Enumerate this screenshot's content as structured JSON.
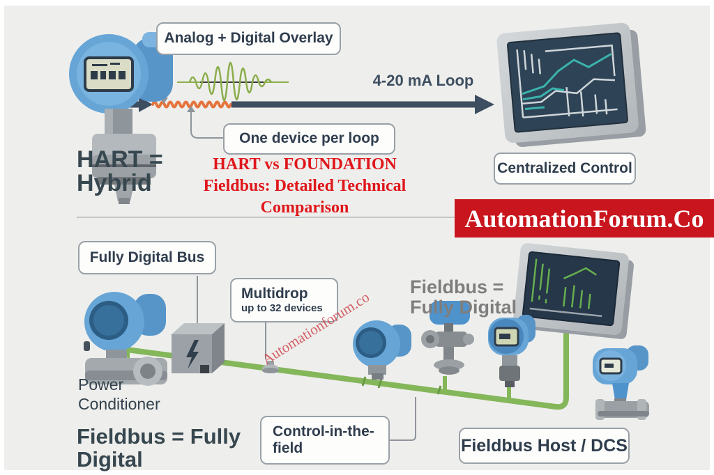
{
  "top": {
    "analog_overlay": "Analog + Digital Overlay",
    "one_device": "One device per loop",
    "loop_label": "4-20 mA Loop",
    "centralized": "Centralized Control",
    "hart1": "HART =",
    "hart2": "Hybrid"
  },
  "title": {
    "line1": "HART vs FOUNDATION",
    "line2": "Fieldbus: Detailed Technical",
    "line3": "Comparison"
  },
  "banner": {
    "text": "AutomationForum.Co"
  },
  "bottom": {
    "bus_label": "Fully Digital Bus",
    "multidrop1": "Multidrop",
    "multidrop2": "up to 32 devices",
    "fieldbus_gray1": "Fieldbus =",
    "fieldbus_gray2": "Fully Digital",
    "power1": "Power",
    "power2": "Conditioner",
    "fieldbus_dark1": "Fieldbus = Fully",
    "fieldbus_dark2": "Digital",
    "control1": "Control-in-the-",
    "control2": "field",
    "host": "Fieldbus Host / DCS",
    "watermark": "Automationforum.co"
  },
  "colors": {
    "background": "#eeeeec",
    "slate_text": "#37474f",
    "box_border": "#99a0a6",
    "title_red": "#e0161b",
    "banner_red": "#c9151d",
    "banner_text": "#ffffff",
    "wire_dark": "#3d4e61",
    "wire_orange": "#e4743c",
    "wave_green": "#8bad4b",
    "bus_green": "#84b65a",
    "gray_text": "#7e7e7e",
    "watermark_red": "#d0464d",
    "device_blue": "#66a5d6",
    "screen_navy": "#2e4355",
    "screen_teal": "#3bb3ad"
  }
}
